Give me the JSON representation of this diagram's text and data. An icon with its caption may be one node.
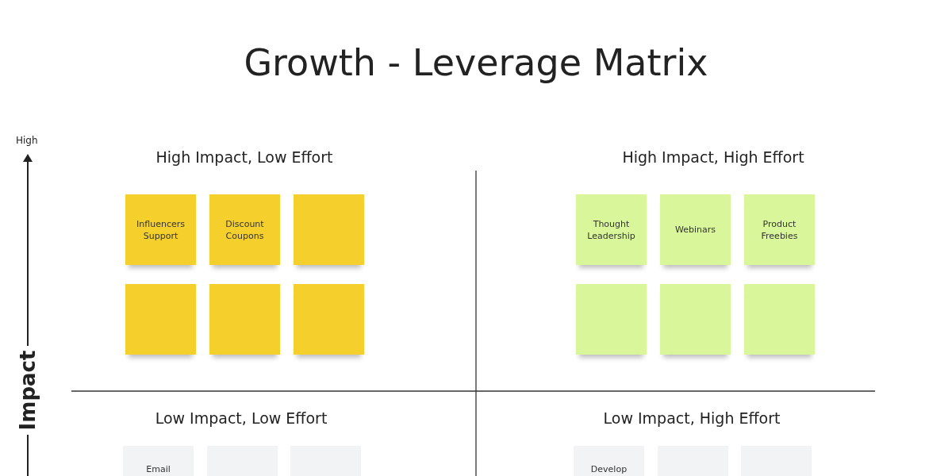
{
  "diagram": {
    "title": "Growth - Leverage Matrix",
    "nodes": [
      {
        "text": [
          "Influencers Support"
        ]
      },
      {
        "text": [
          "Discount Coupons"
        ]
      },
      {
        "text": [],
        "shape": "box"
      },
      {
        "text": [],
        "shape": "box"
      },
      {
        "text": [],
        "shape": "box"
      },
      {
        "text": [],
        "shape": "box"
      },
      {
        "text": [
          "Thought Leadership"
        ]
      },
      {
        "text": [
          "Webinars"
        ]
      },
      {
        "text": [
          "Product Freebies"
        ]
      },
      {
        "text": [],
        "shape": "box"
      },
      {
        "text": [],
        "shape": "box"
      },
      {
        "text": [],
        "shape": "box"
      },
      {
        "text": [
          "Email"
        ]
      },
      {
        "text": [],
        "shape": "box"
      },
      {
        "text": [],
        "shape": "box"
      },
      {
        "text": [
          "Develop"
        ]
      },
      {
        "text": [],
        "shape": "box"
      },
      {
        "text": [],
        "shape": "box"
      }
    ],
    "edges": [],
    "labels": [
      "High",
      "Impact",
      "High Impact, Low Effort",
      "High Impact, High Effort",
      "Low Impact, Low Effort",
      "Low Impact, High Effort"
    ]
  }
}
